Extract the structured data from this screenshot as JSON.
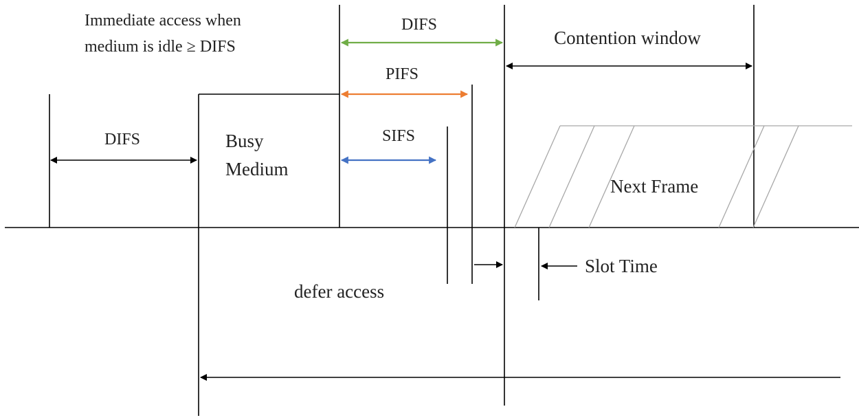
{
  "labels": {
    "immediate_access_line1": "Immediate access when",
    "immediate_access_line2": "medium is idle ≥ DIFS",
    "difs_top": "DIFS",
    "contention_window": "Contention window",
    "pifs": "PIFS",
    "difs_left": "DIFS",
    "busy_line1": "Busy",
    "busy_line2": "Medium",
    "sifs": "SIFS",
    "next_frame": "Next Frame",
    "slot_time": "Slot Time",
    "defer_access": "defer access"
  },
  "colors": {
    "difs_arrow": "#70ad47",
    "pifs_arrow": "#ed7d31",
    "sifs_arrow": "#4472c4",
    "lines": "#000000",
    "hatch": "#a8a8a8"
  }
}
